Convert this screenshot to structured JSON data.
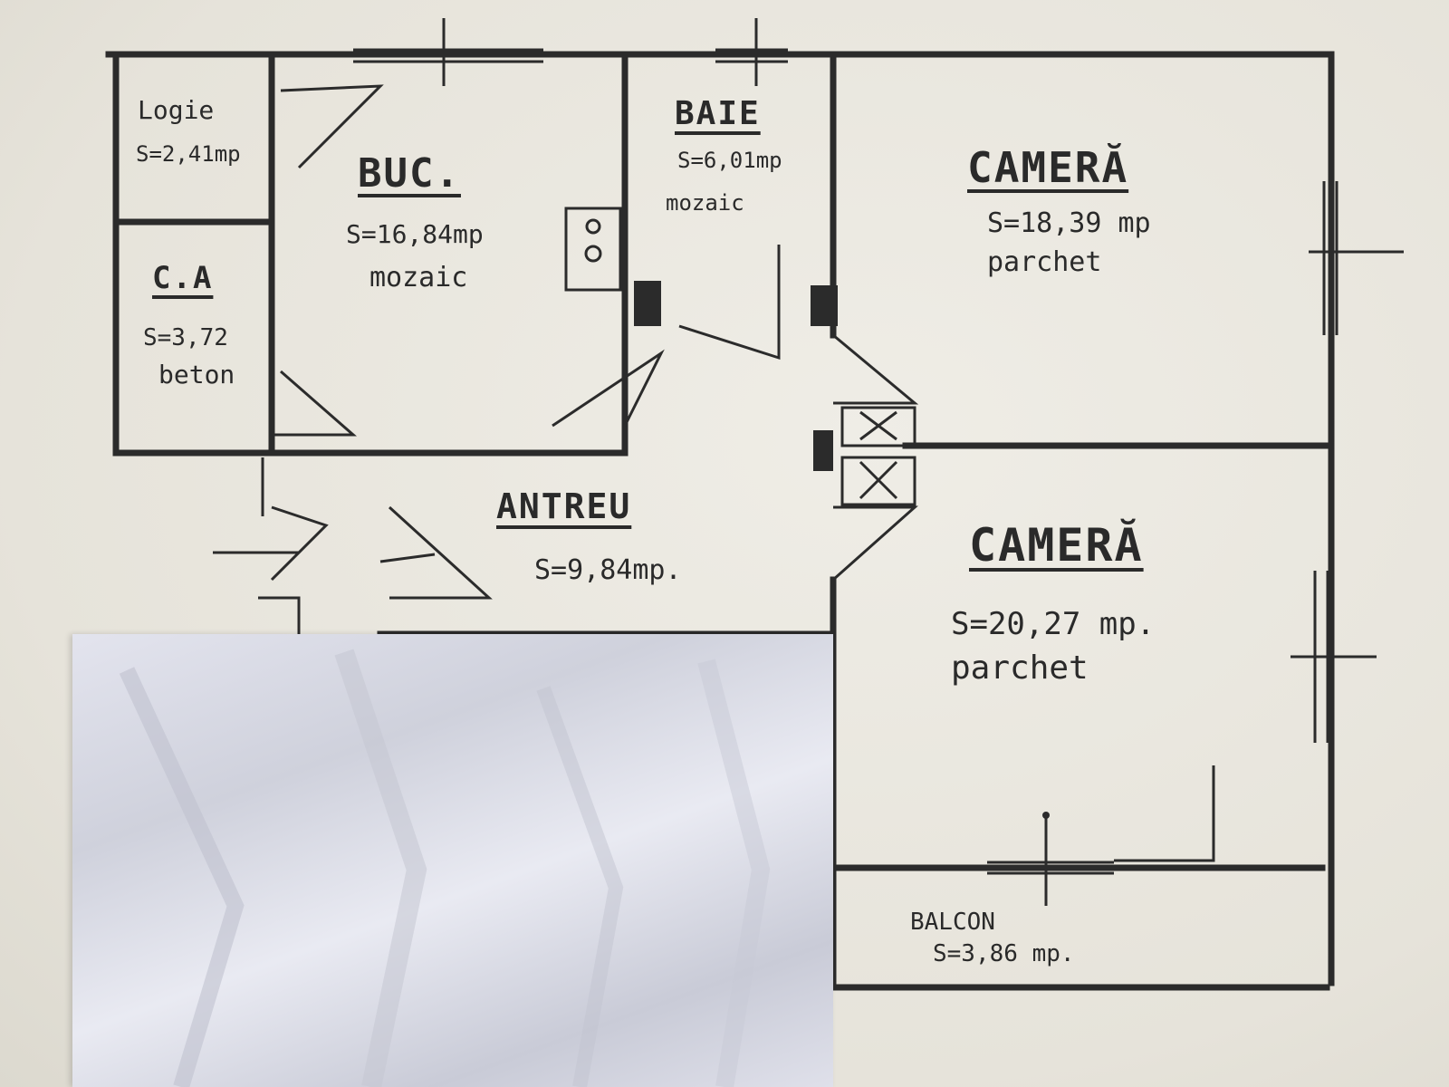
{
  "rooms": {
    "logie": {
      "name": "Logie",
      "area": "S=2,41mp"
    },
    "ca": {
      "name": "C.A",
      "area": "S=3,72",
      "floor": "beton"
    },
    "buc": {
      "name": "BUC.",
      "area": "S=16,84mp",
      "floor": "mozaic"
    },
    "baie": {
      "name": "BAIE",
      "area": "S=6,01mp",
      "floor": "mozaic"
    },
    "camera1": {
      "name": "CAMERĂ",
      "area": "S=18,39 mp",
      "floor": "parchet"
    },
    "antreu": {
      "name": "ANTREU",
      "area": "S=9,84mp."
    },
    "camera2": {
      "name": "CAMERĂ",
      "area": "S=20,27 mp.",
      "floor": "parchet"
    },
    "balcon": {
      "name": "BALCON",
      "area": "S=3,86 mp."
    }
  },
  "colors": {
    "ink": "#2a2a2a",
    "paper": "#ebe9e1",
    "cover": "#d8d9e3"
  }
}
